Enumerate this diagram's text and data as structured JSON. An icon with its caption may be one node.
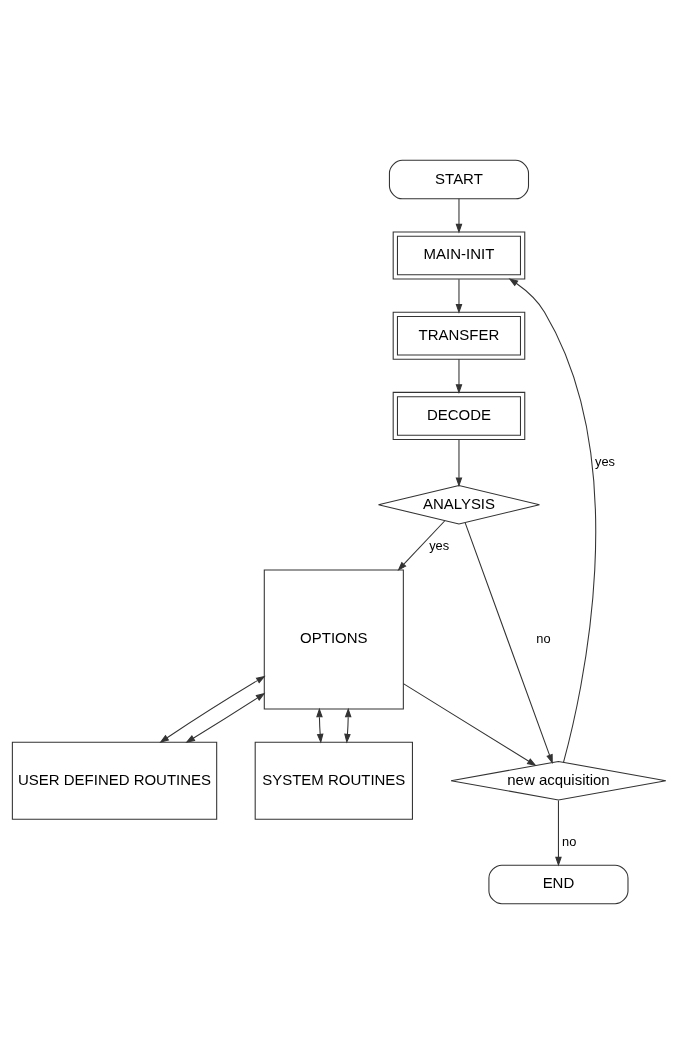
{
  "diagram": {
    "nodes": [
      {
        "text": [
          "START"
        ]
      },
      {
        "text": [
          "MAIN-INIT"
        ]
      },
      {
        "text": [
          "TRANSFER"
        ]
      },
      {
        "text": [
          "DECODE"
        ]
      },
      {
        "text": [
          "ANALYSIS"
        ]
      },
      {
        "text": [
          "OPTIONS"
        ]
      },
      {
        "text": [
          "USER DEFINED ROUTINES"
        ]
      },
      {
        "text": [
          "SYSTEM ROUTINES"
        ]
      },
      {
        "text": [
          "new acquisition"
        ]
      },
      {
        "text": [
          "END"
        ]
      }
    ],
    "edges": [
      {
        "from": 0,
        "to": 1,
        "arrow": "to"
      },
      {
        "from": 1,
        "to": 2,
        "arrow": "to"
      },
      {
        "from": 2,
        "to": 3,
        "arrow": "to"
      },
      {
        "from": 3,
        "to": 4,
        "arrow": "to"
      },
      {
        "from": 4,
        "to": 5,
        "arrow": "to",
        "label": "yes"
      },
      {
        "from": 4,
        "to": 8,
        "arrow": "to",
        "label": "no"
      },
      {
        "from": 5,
        "to": 6,
        "arrow": "both"
      },
      {
        "from": 5,
        "to": 6,
        "arrow": "both"
      },
      {
        "from": 5,
        "to": 7,
        "arrow": "both"
      },
      {
        "from": 5,
        "to": 7,
        "arrow": "both"
      },
      {
        "from": 5,
        "to": 8,
        "arrow": "to"
      },
      {
        "from": 8,
        "to": 1,
        "arrow": "to",
        "label": "yes"
      },
      {
        "from": 8,
        "to": 9,
        "arrow": "to",
        "label": "no"
      }
    ]
  }
}
